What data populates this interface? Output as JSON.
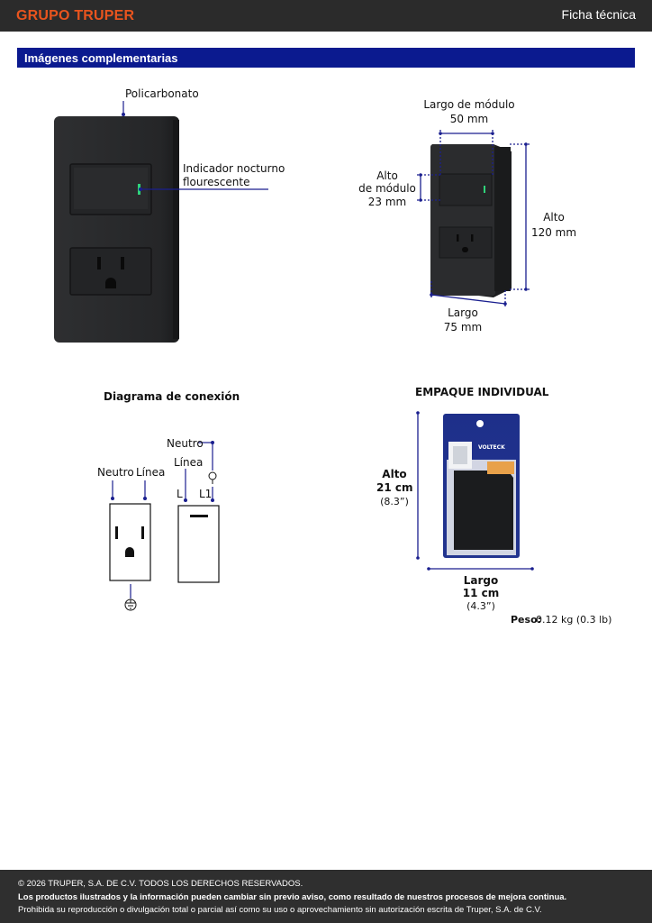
{
  "header": {
    "brand": "GRUPO TRUPER",
    "doc_type": "Ficha técnica"
  },
  "section": {
    "title": "Imágenes complementarias"
  },
  "product_callouts": {
    "material": "Policarbonato",
    "indicator_line1": "Indicador nocturno",
    "indicator_line2": "flourescente"
  },
  "dimensions": {
    "module_width_label": "Largo de módulo",
    "module_width_value": "50 mm",
    "module_height_label_line1": "Alto",
    "module_height_label_line2": "de módulo",
    "module_height_value": "23 mm",
    "height_label": "Alto",
    "height_value": "120 mm",
    "length_label": "Largo",
    "length_value": "75 mm"
  },
  "wiring": {
    "title": "Diagrama de conexión",
    "neutro_top": "Neutro",
    "linea_top": "Línea",
    "neutro_left": "Neutro",
    "linea_left": "Línea",
    "terminal_l": "L",
    "terminal_l1": "L1"
  },
  "package": {
    "title": "EMPAQUE INDIVIDUAL",
    "height_label": "Alto",
    "height_cm": "21 cm",
    "height_in": "(8.3”)",
    "length_label": "Largo",
    "length_cm": "11 cm",
    "length_in": "(4.3”)",
    "weight_label": "Peso:",
    "weight_value": "0.12 kg (0.3 lb)",
    "brand_on_bag": "VOLTECK"
  },
  "footer": {
    "copyright": "© 2026 TRUPER, S.A. DE C.V. TODOS LOS DERECHOS RESERVADOS.",
    "disclaimer": "Los productos ilustrados y la información pueden cambiar sin previo aviso, como resultado de nuestros procesos de mejora continua.",
    "prohibition": "Prohibida su reproducción o divulgación total o parcial así como su uso o aprovechamiento sin autorización escrita de Truper, S.A. de C.V."
  },
  "colors": {
    "brand_orange": "#e8541e",
    "section_blue": "#0b1a8f",
    "dimension_blue": "#1a1f8f",
    "plate_black": "#2a2b2d"
  }
}
